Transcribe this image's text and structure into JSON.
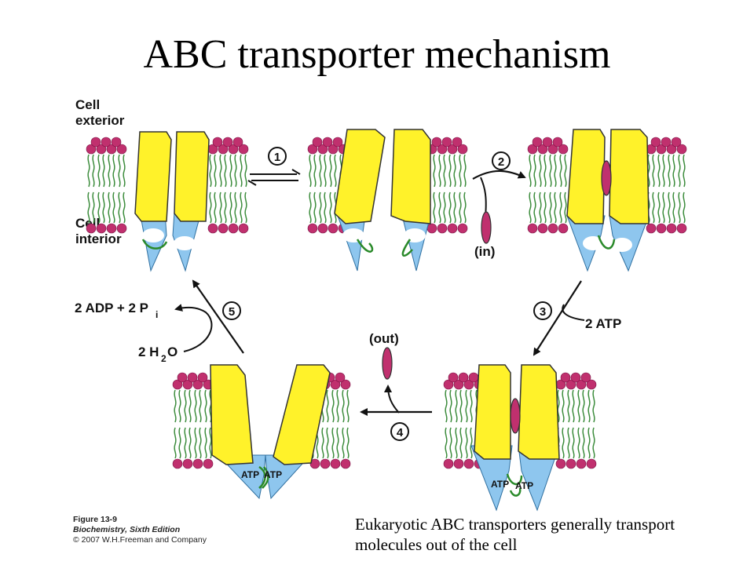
{
  "title": "ABC transporter mechanism",
  "labels": {
    "cell_exterior": [
      "Cell",
      "exterior"
    ],
    "cell_interior": [
      "Cell",
      "interior"
    ],
    "in": "(in)",
    "out": "(out)",
    "atp_2": "2 ATP",
    "adp": "2 ADP + 2 P",
    "pi_sub": "i",
    "h2o": "2 H",
    "h2o_sub": "2",
    "h2o_end": "O",
    "atp": "ATP"
  },
  "steps": [
    "1",
    "2",
    "3",
    "4",
    "5"
  ],
  "figure_credit": {
    "figure": "Figure 13-9",
    "book": "Biochemistry, Sixth Edition",
    "copyright": "© 2007 W.H.Freeman and Company"
  },
  "caption": "Eukaryotic ABC transporters generally transport molecules out of the cell",
  "colors": {
    "lipid_head": "#c0306e",
    "lipid_tail": "#3c8c3c",
    "tmd": "#fff22a",
    "nbd": "#8ec6ee",
    "substrate": "#c0306e"
  }
}
